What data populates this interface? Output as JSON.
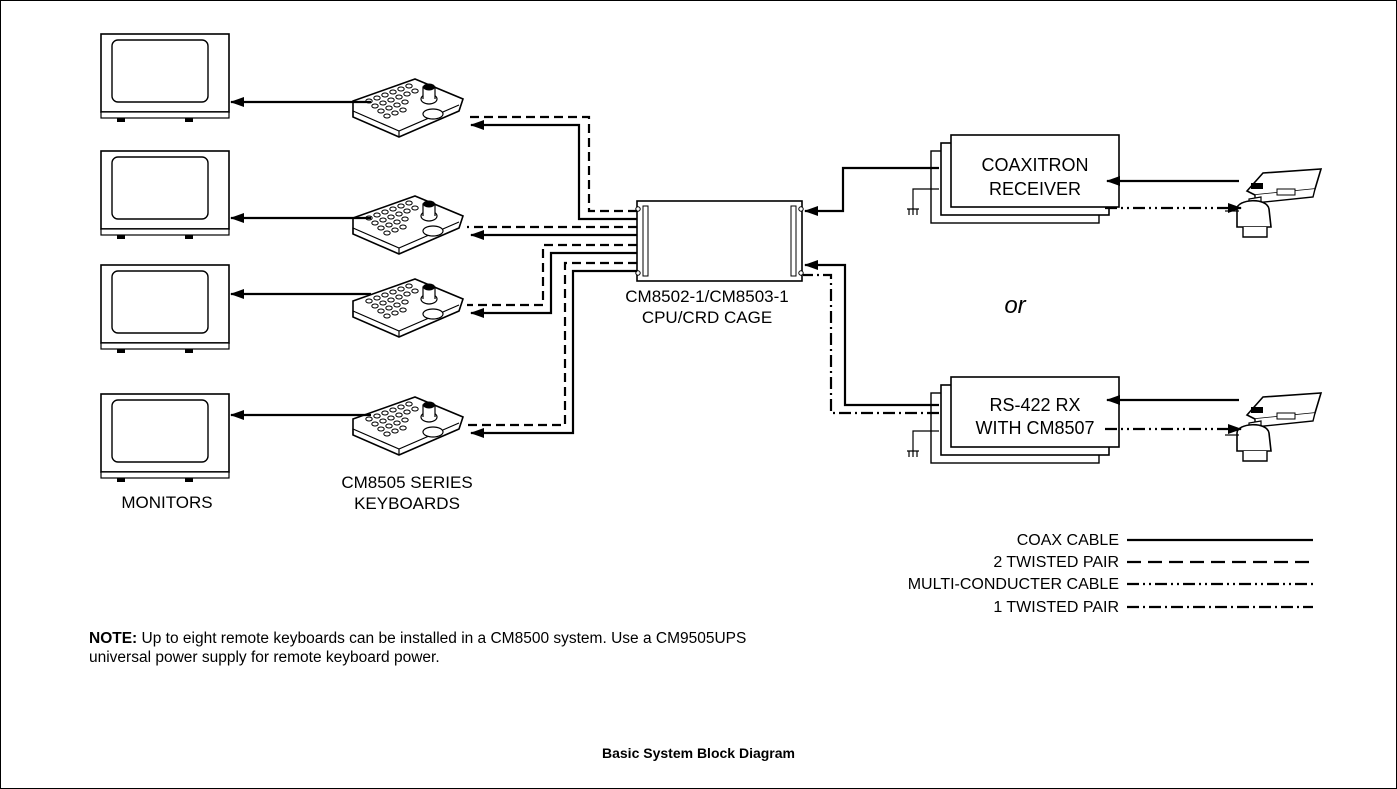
{
  "labels": {
    "monitors": "MONITORS",
    "keyboards_line1": "CM8505 SERIES",
    "keyboards_line2": "KEYBOARDS",
    "cpu_line1": "CM8502-1/CM8503-1",
    "cpu_line2": "CPU/CRD CAGE",
    "coax_rx_line1": "COAXITRON",
    "coax_rx_line2": "RECEIVER",
    "rs_rx_line1": "RS-422 RX",
    "rs_rx_line2": "WITH CM8507",
    "or": "or"
  },
  "legend": {
    "items": [
      {
        "label": "COAX CABLE",
        "style": "solid"
      },
      {
        "label": "2 TWISTED PAIR",
        "style": "dashed"
      },
      {
        "label": "MULTI-CONDUCTER CABLE",
        "style": "dash-dot-dot"
      },
      {
        "label": "1 TWISTED PAIR",
        "style": "dash-dot"
      }
    ]
  },
  "note": {
    "prefix": "NOTE:",
    "text": "Up to eight remote keyboards can be installed in a CM8500 system. Use a CM9505UPS universal power supply for remote keyboard power."
  },
  "caption": "Basic System Block Diagram"
}
